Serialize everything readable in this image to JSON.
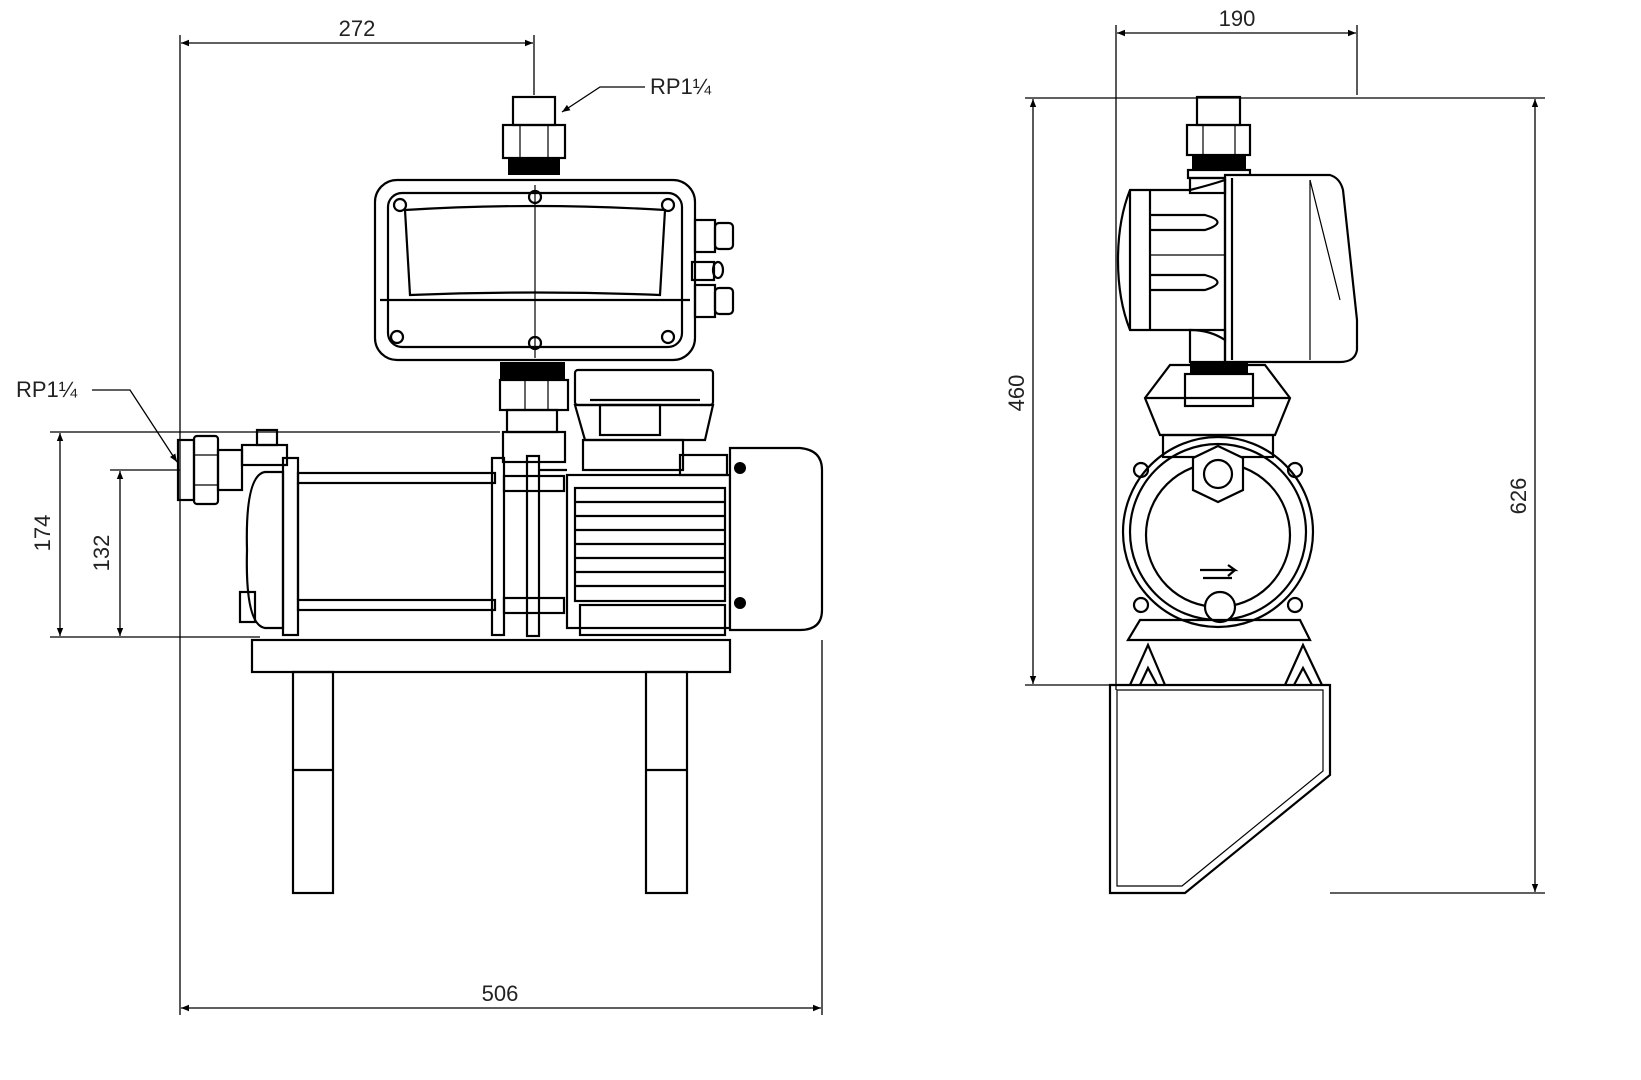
{
  "drawing": {
    "front_view": {
      "dim_width_outlet": "272",
      "dim_total_length": "506",
      "dim_inlet_height": "174",
      "dim_axis_height": "132",
      "outlet_label": "RP1¼",
      "inlet_label": "RP1¼"
    },
    "side_view": {
      "dim_width": "190",
      "dim_pump_height": "460",
      "dim_total_height": "626"
    }
  }
}
